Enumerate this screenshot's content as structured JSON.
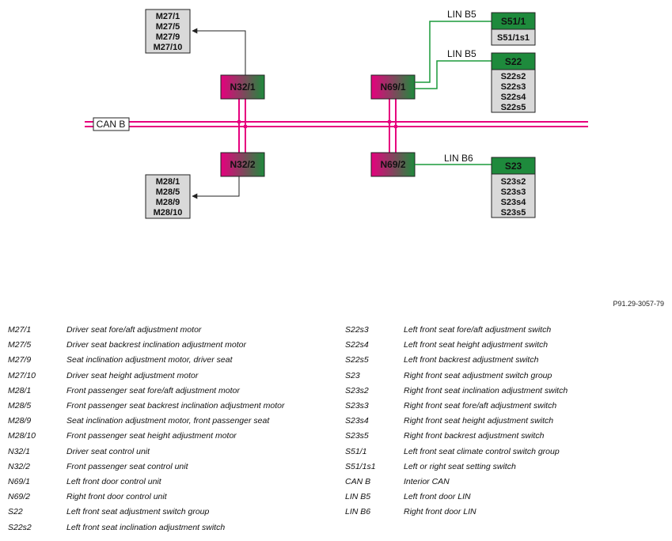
{
  "diagram": {
    "bus_label": "CAN B",
    "control_units": {
      "n32_1": "N32/1",
      "n32_2": "N32/2",
      "n69_1": "N69/1",
      "n69_2": "N69/2"
    },
    "motor_groups": {
      "driver": [
        "M27/1",
        "M27/5",
        "M27/9",
        "M27/10"
      ],
      "passenger": [
        "M28/1",
        "M28/5",
        "M28/9",
        "M28/10"
      ]
    },
    "switch_groups": {
      "s51": {
        "header": "S51/1",
        "items": [
          "S51/1s1"
        ],
        "lin": "LIN B5"
      },
      "s22": {
        "header": "S22",
        "items": [
          "S22s2",
          "S22s3",
          "S22s4",
          "S22s5"
        ],
        "lin": "LIN B5"
      },
      "s23": {
        "header": "S23",
        "items": [
          "S23s2",
          "S23s3",
          "S23s4",
          "S23s5"
        ],
        "lin": "LIN B6"
      }
    },
    "colors": {
      "can_bus": "#e6007e",
      "lin_line": "#1a9a3a",
      "switch_header": "#1e8a3c",
      "box_fill": "#d9d9d9",
      "cu_start": "#e6007e",
      "cu_end": "#1e8a3c"
    }
  },
  "reference": "P91.29-3057-79",
  "legend": {
    "left": [
      {
        "code": "M27/1",
        "desc": "Driver seat fore/aft adjustment motor"
      },
      {
        "code": "M27/5",
        "desc": "Driver seat backrest inclination adjustment motor"
      },
      {
        "code": "M27/9",
        "desc": "Seat inclination adjustment motor, driver seat"
      },
      {
        "code": "M27/10",
        "desc": "Driver seat height adjustment motor"
      },
      {
        "code": "M28/1",
        "desc": "Front passenger seat fore/aft adjustment motor"
      },
      {
        "code": "M28/5",
        "desc": "Front passenger seat backrest inclination adjustment motor"
      },
      {
        "code": "M28/9",
        "desc": "Seat inclination adjustment motor, front passenger seat"
      },
      {
        "code": "M28/10",
        "desc": "Front passenger seat height adjustment motor"
      },
      {
        "code": "N32/1",
        "desc": "Driver seat control unit"
      },
      {
        "code": "N32/2",
        "desc": "Front passenger seat control unit"
      },
      {
        "code": "N69/1",
        "desc": "Left front door control unit"
      },
      {
        "code": "N69/2",
        "desc": "Right front door control unit"
      },
      {
        "code": "S22",
        "desc": "Left front seat adjustment switch group"
      },
      {
        "code": "S22s2",
        "desc": "Left front seat inclination adjustment switch"
      }
    ],
    "right": [
      {
        "code": "S22s3",
        "desc": "Left front seat fore/aft adjustment switch"
      },
      {
        "code": "S22s4",
        "desc": "Left front seat height adjustment switch"
      },
      {
        "code": "S22s5",
        "desc": "Left front backrest adjustment switch"
      },
      {
        "code": "S23",
        "desc": "Right front seat adjustment switch group"
      },
      {
        "code": "S23s2",
        "desc": "Right front seat inclination adjustment switch"
      },
      {
        "code": "S23s3",
        "desc": "Right front seat fore/aft adjustment switch"
      },
      {
        "code": "S23s4",
        "desc": "Right front seat height adjustment switch"
      },
      {
        "code": "S23s5",
        "desc": "Right front backrest adjustment switch"
      },
      {
        "code": "S51/1",
        "desc": "Left front seat climate control switch group"
      },
      {
        "code": "S51/1s1",
        "desc": "Left or right seat setting switch"
      },
      {
        "code": "CAN B",
        "desc": "Interior CAN"
      },
      {
        "code": "LIN B5",
        "desc": "Left front door LIN"
      },
      {
        "code": "LIN B6",
        "desc": "Right front door LIN"
      }
    ]
  }
}
